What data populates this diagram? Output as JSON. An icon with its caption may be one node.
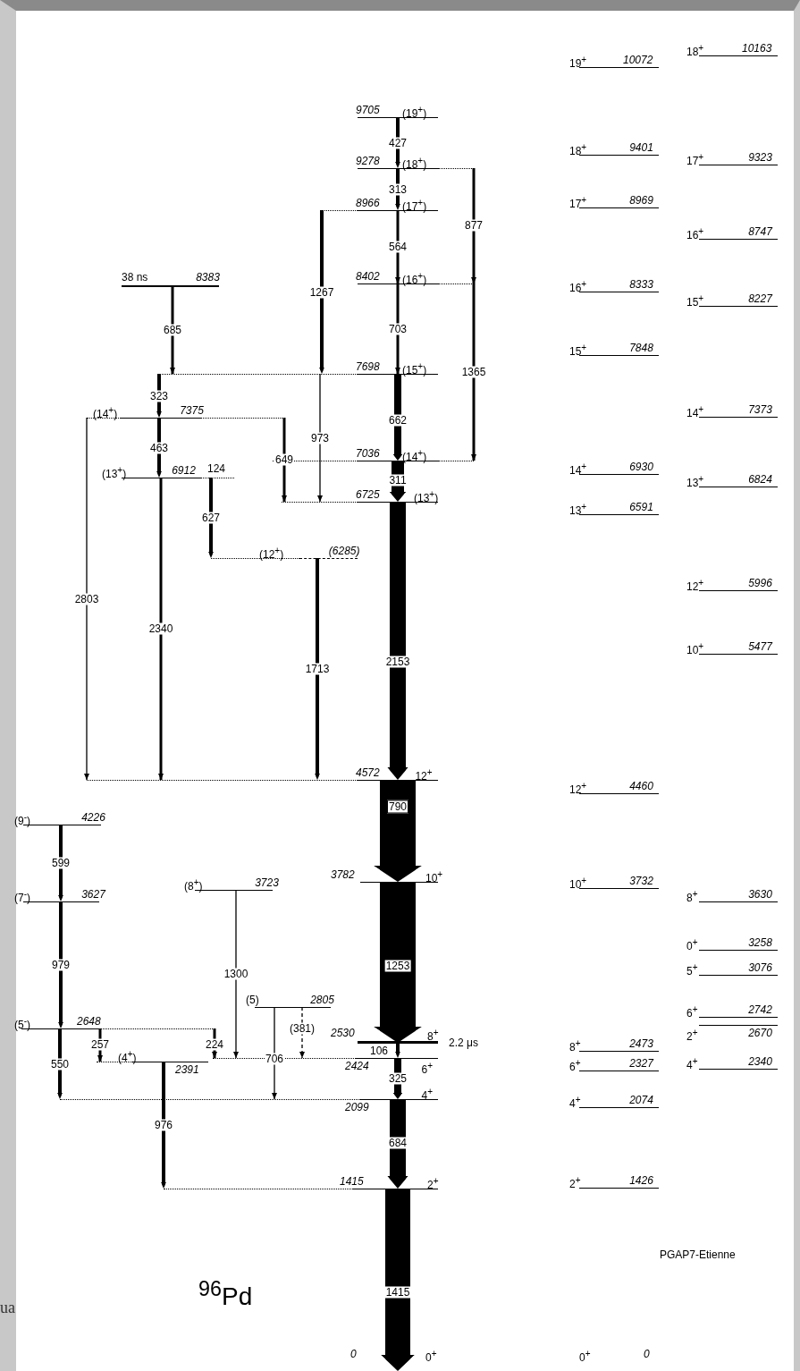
{
  "diagram": {
    "title": "$^{96}$Pd",
    "nodes": [
      {
        "text": [
          "9705",
          "(19$^{+}$)"
        ]
      },
      {
        "text": [
          "9278",
          "(18$^{+}$)"
        ]
      },
      {
        "text": [
          "8966",
          "(17$^{+}$)"
        ]
      },
      {
        "text": [
          "8402",
          "(16$^{+}$)"
        ]
      },
      {
        "text": [
          "38 ns",
          "8383"
        ]
      },
      {
        "text": [
          "7698",
          "(15$^{+}$)"
        ]
      },
      {
        "text": [
          "(14$^{+}$)",
          "7375"
        ]
      },
      {
        "text": [
          "7036",
          "(14$^{+}$)"
        ]
      },
      {
        "text": [
          "(13$^{+}$)",
          "6912"
        ]
      },
      {
        "text": [
          "6725",
          "(13$^{+}$)"
        ]
      },
      {
        "text": [
          "(12$^{+}$)",
          "(6285)"
        ]
      },
      {
        "text": [
          "4572",
          "12$^{+}$"
        ]
      },
      {
        "text": [
          "(9$^{-}$)",
          "4226"
        ]
      },
      {
        "text": [
          "(7$^{-}$)",
          "3627"
        ]
      },
      {
        "text": [
          "(8$^{+}$)",
          "3723"
        ]
      },
      {
        "text": [
          "3782",
          "10$^{+}$"
        ]
      },
      {
        "text": [
          "(5$^{-}$)",
          "2648"
        ]
      },
      {
        "text": [
          "(5)",
          "2805"
        ]
      },
      {
        "text": [
          "2530",
          "8$^{+}$"
        ],
        "beside": [
          "2.2 μs"
        ]
      },
      {
        "text": [
          "2424",
          "6$^{+}$"
        ]
      },
      {
        "text": [
          "(4$^{+}$)",
          "2391"
        ]
      },
      {
        "text": [
          "2099",
          "4$^{+}$"
        ]
      },
      {
        "text": [
          "1415",
          "2$^{+}$"
        ]
      },
      {
        "text": [
          "0",
          "0$^{+}$"
        ]
      },
      {
        "text": [
          "19$^{+}$",
          "10072"
        ]
      },
      {
        "text": [
          "18$^{+}$",
          "9401"
        ]
      },
      {
        "text": [
          "17$^{+}$",
          "8969"
        ]
      },
      {
        "text": [
          "16$^{+}$",
          "8333"
        ]
      },
      {
        "text": [
          "15$^{+}$",
          "7848"
        ]
      },
      {
        "text": [
          "14$^{+}$",
          "6930"
        ]
      },
      {
        "text": [
          "13$^{+}$",
          "6591"
        ]
      },
      {
        "text": [
          "12$^{+}$",
          "4460"
        ]
      },
      {
        "text": [
          "10$^{+}$",
          "3732"
        ]
      },
      {
        "text": [
          "8$^{+}$",
          "2473"
        ]
      },
      {
        "text": [
          "6$^{+}$",
          "2327"
        ]
      },
      {
        "text": [
          "4$^{+}$",
          "2074"
        ]
      },
      {
        "text": [
          "2$^{+}$",
          "1426"
        ]
      },
      {
        "text": [
          "0$^{+}$",
          "0"
        ]
      },
      {
        "text": [
          "18$^{+}$",
          "10163"
        ]
      },
      {
        "text": [
          "17$^{+}$",
          "9323"
        ]
      },
      {
        "text": [
          "16$^{+}$",
          "8747"
        ]
      },
      {
        "text": [
          "15$^{+}$",
          "8227"
        ]
      },
      {
        "text": [
          "14$^{+}$",
          "7373"
        ]
      },
      {
        "text": [
          "13$^{+}$",
          "6824"
        ]
      },
      {
        "text": [
          "12$^{+}$",
          "5996"
        ]
      },
      {
        "text": [
          "10$^{+}$",
          "5477"
        ]
      },
      {
        "text": [
          "8$^{+}$",
          "3630"
        ]
      },
      {
        "text": [
          "0$^{+}$",
          "3258"
        ]
      },
      {
        "text": [
          "5$^{+}$",
          "3076"
        ]
      },
      {
        "text": [
          "6$^{+}$",
          "2742"
        ]
      },
      {
        "text": [
          "2$^{+}$",
          "2670"
        ]
      },
      {
        "text": [
          "4$^{+}$",
          "2340"
        ]
      }
    ],
    "edges": [
      {
        "from": 0,
        "to": 1,
        "arrow": "to",
        "label": "427"
      },
      {
        "from": 1,
        "to": 2,
        "arrow": "to",
        "label": "313"
      },
      {
        "from": 2,
        "to": 3,
        "arrow": "to",
        "label": "564"
      },
      {
        "from": 3,
        "to": 5,
        "arrow": "to",
        "label": "703"
      },
      {
        "from": 5,
        "to": 7,
        "arrow": "to",
        "label": "662",
        "style": "thick"
      },
      {
        "from": 7,
        "to": 9,
        "arrow": "to",
        "label": "311",
        "style": "thick"
      },
      {
        "from": 9,
        "to": 11,
        "arrow": "to",
        "label": "2153",
        "style": "thick"
      },
      {
        "from": 11,
        "to": 15,
        "arrow": "to",
        "label": "790",
        "style": "thick"
      },
      {
        "from": 15,
        "to": 18,
        "arrow": "to",
        "label": "1253",
        "style": "thick"
      },
      {
        "from": 18,
        "to": 19,
        "arrow": "to",
        "label": "106"
      },
      {
        "from": 19,
        "to": 21,
        "arrow": "to",
        "label": "325",
        "style": "thick"
      },
      {
        "from": 21,
        "to": 22,
        "arrow": "to",
        "label": "684",
        "style": "thick"
      },
      {
        "from": 22,
        "to": 23,
        "arrow": "to",
        "label": "1415",
        "style": "thick"
      },
      {
        "from": 1,
        "to": 3,
        "arrow": "to",
        "label": "877"
      },
      {
        "from": 3,
        "to": 7,
        "arrow": "to",
        "label": "1365"
      },
      {
        "from": 2,
        "to": 5,
        "arrow": "to",
        "label": "1267"
      },
      {
        "from": 5,
        "to": 9,
        "arrow": "to",
        "label": "973"
      },
      {
        "from": 4,
        "to": 5,
        "arrow": "to",
        "label": "685"
      },
      {
        "from": 5,
        "to": 6,
        "arrow": "to",
        "label": "323"
      },
      {
        "from": 6,
        "to": 8,
        "arrow": "to",
        "label": "463"
      },
      {
        "from": 6,
        "to": 9,
        "arrow": "to",
        "label": "649"
      },
      {
        "from": 8,
        "to": 10,
        "arrow": "to",
        "label": "627"
      },
      {
        "from": 8,
        "to": 11,
        "arrow": "to",
        "label": "2340"
      },
      {
        "from": 6,
        "to": 11,
        "arrow": "to",
        "label": "2803"
      },
      {
        "from": 10,
        "to": 11,
        "arrow": "to",
        "label": "1713"
      },
      {
        "from": 12,
        "to": 13,
        "arrow": "to",
        "label": "599"
      },
      {
        "from": 13,
        "to": 16,
        "arrow": "to",
        "label": "979"
      },
      {
        "from": 16,
        "to": 21,
        "arrow": "to",
        "label": "550"
      },
      {
        "from": 16,
        "to": 20,
        "arrow": "to",
        "label": "257"
      },
      {
        "from": 16,
        "to": 19,
        "arrow": "to",
        "label": "224"
      },
      {
        "from": 14,
        "to": 19,
        "arrow": "to",
        "label": "1300"
      },
      {
        "from": 17,
        "to": 21,
        "arrow": "to",
        "label": "706"
      },
      {
        "from": 17,
        "to": 19,
        "arrow": "to",
        "label": "(381)",
        "style": "dashed"
      },
      {
        "from": 20,
        "to": 22,
        "arrow": "to",
        "label": "976"
      }
    ],
    "labels": [
      "124",
      "PGAP7-Etienne",
      "ua"
    ]
  }
}
